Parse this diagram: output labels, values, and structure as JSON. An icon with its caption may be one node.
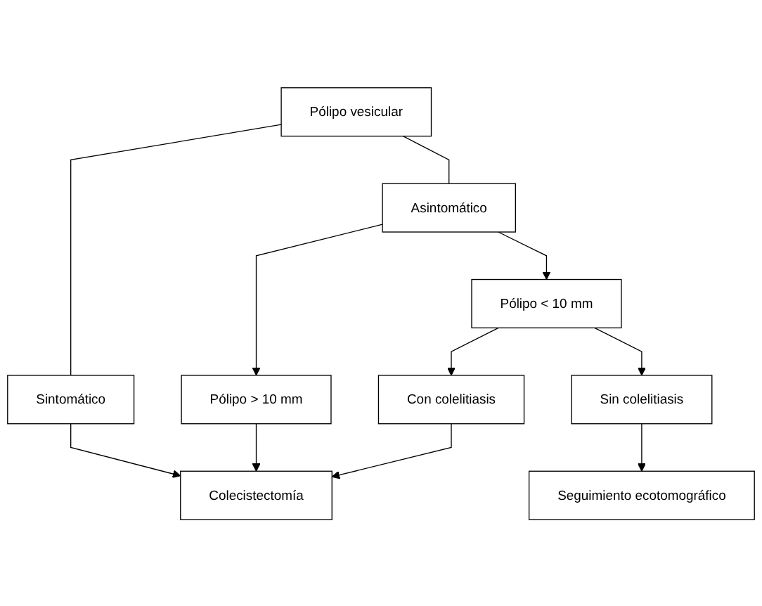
{
  "diagram": {
    "nodes": [
      {
        "text": [
          "Pólipo vesicular"
        ]
      },
      {
        "text": [
          "Sintomático"
        ]
      },
      {
        "text": [
          "Asintomático"
        ]
      },
      {
        "text": [
          "Pólipo > 10 mm"
        ]
      },
      {
        "text": [
          "Pólipo < 10 mm"
        ]
      },
      {
        "text": [
          "Con colelitiasis"
        ]
      },
      {
        "text": [
          "Sin colelitiasis"
        ]
      },
      {
        "text": [
          "Colecistectomía"
        ]
      },
      {
        "text": [
          "Seguimiento ecotomográfico"
        ]
      }
    ],
    "edges": [
      {
        "from": 0,
        "to": 1,
        "arrow": "none"
      },
      {
        "from": 0,
        "to": 2,
        "arrow": "none"
      },
      {
        "from": 2,
        "to": 3,
        "arrow": "to"
      },
      {
        "from": 2,
        "to": 4,
        "arrow": "to"
      },
      {
        "from": 3,
        "to": 7,
        "arrow": "to"
      },
      {
        "from": 4,
        "to": 5,
        "arrow": "to"
      },
      {
        "from": 4,
        "to": 6,
        "arrow": "to"
      },
      {
        "from": 5,
        "to": 7,
        "arrow": "to"
      },
      {
        "from": 1,
        "to": 7,
        "arrow": "to"
      },
      {
        "from": 6,
        "to": 8,
        "arrow": "to"
      }
    ]
  }
}
